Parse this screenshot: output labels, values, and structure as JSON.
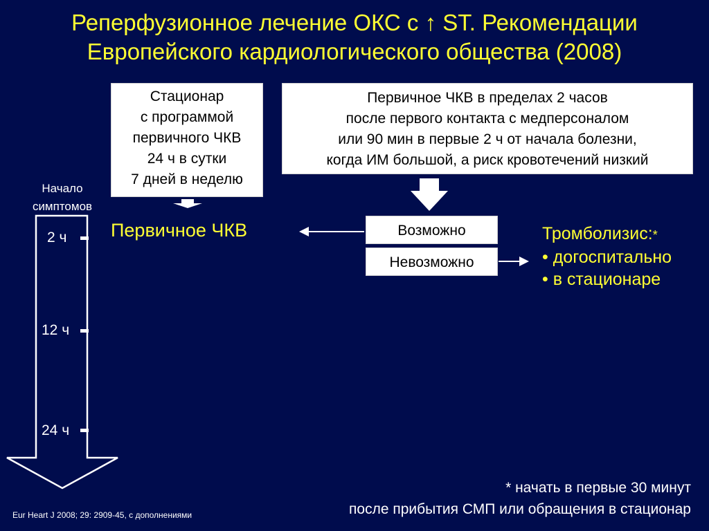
{
  "title": {
    "line1": "Реперфузионное лечение ОКС с ↑ ST. Рекомендации",
    "line2": "Европейского кардиологического общества (2008)"
  },
  "hospital_box": {
    "lines": [
      "Стационар",
      "с программой",
      "первичного ЧКВ",
      "24 ч в сутки",
      "7 дней в неделю"
    ]
  },
  "pci_criteria_box": {
    "lines": [
      "Первичное ЧКВ в пределах 2 часов",
      "после первого контакта с медперсоналом",
      "или 90 мин в первые 2 ч от начала болезни,",
      "когда ИМ большой, а риск кровотечений низкий"
    ]
  },
  "symptom_onset": {
    "line1": "Начало",
    "line2": "симптомов"
  },
  "timeline": {
    "tick_2h": "2 ч",
    "tick_12h": "12 ч",
    "tick_24h": "24 ч"
  },
  "primary_pci": "Первичное ЧКВ",
  "possible": "Возможно",
  "impossible": "Невозможно",
  "thrombolysis": {
    "heading": "Тромболизис:",
    "star": "*",
    "item1": "• догоспитально",
    "item2": "• в стационаре"
  },
  "footnote": {
    "line1": "* начать в первые 30 минут",
    "line2": "после прибытия СМП или обращения в стационар"
  },
  "citation": "Eur Heart J 2008; 29: 2909-45, с дополнениями",
  "colors": {
    "background": "#000c4d",
    "accent": "#ffff33",
    "box": "#ffffff"
  }
}
